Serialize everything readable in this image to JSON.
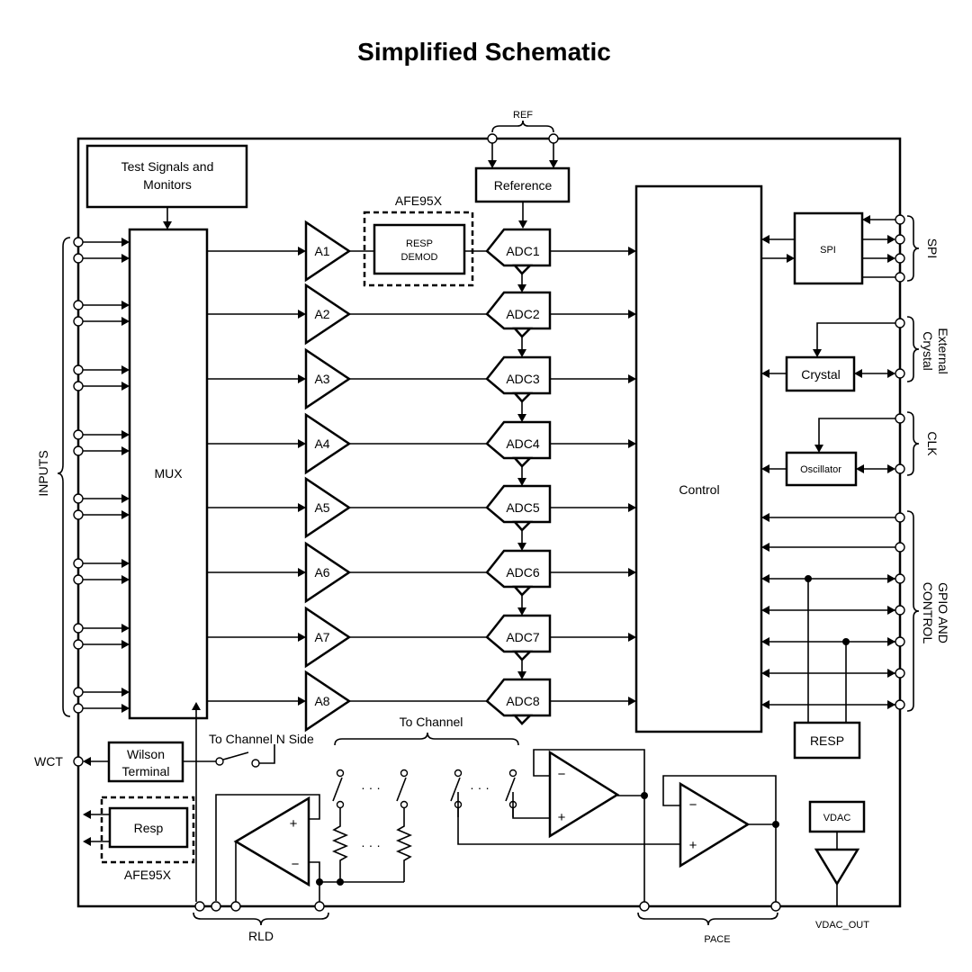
{
  "title": "Simplified Schematic",
  "labels": {
    "ref": "REF",
    "reference": "Reference",
    "test_signals_line1": "Test Signals and",
    "test_signals_line2": "Monitors",
    "afe_top": "AFE95X",
    "resp_demod_line1": "RESP",
    "resp_demod_line2": "DEMOD",
    "mux": "MUX",
    "control": "Control",
    "spi_block": "SPI",
    "spi_group": "SPI",
    "crystal": "Crystal",
    "external_crystal_line1": "External",
    "external_crystal_line2": "Crystal",
    "oscillator": "Oscillator",
    "clk": "CLK",
    "gpio_line1": "GPIO AND",
    "gpio_line2": "CONTROL",
    "inputs": "INPUTS",
    "wct": "WCT",
    "wilson_line1": "Wilson",
    "wilson_line2": "Terminal",
    "to_channel_n_side": "To Channel N Side",
    "to_channel": "To Channel",
    "resp_bottom": "Resp",
    "afe_bottom": "AFE95X",
    "rld": "RLD",
    "resp_right": "RESP",
    "vdac": "VDAC",
    "vdac_out": "VDAC_OUT",
    "pace": "PACE",
    "dots": "· · ·",
    "minus": "−",
    "plus": "+"
  },
  "amplifiers": [
    "A1",
    "A2",
    "A3",
    "A4",
    "A5",
    "A6",
    "A7",
    "A8"
  ],
  "adcs": [
    "ADC1",
    "ADC2",
    "ADC3",
    "ADC4",
    "ADC5",
    "ADC6",
    "ADC7",
    "ADC8"
  ]
}
